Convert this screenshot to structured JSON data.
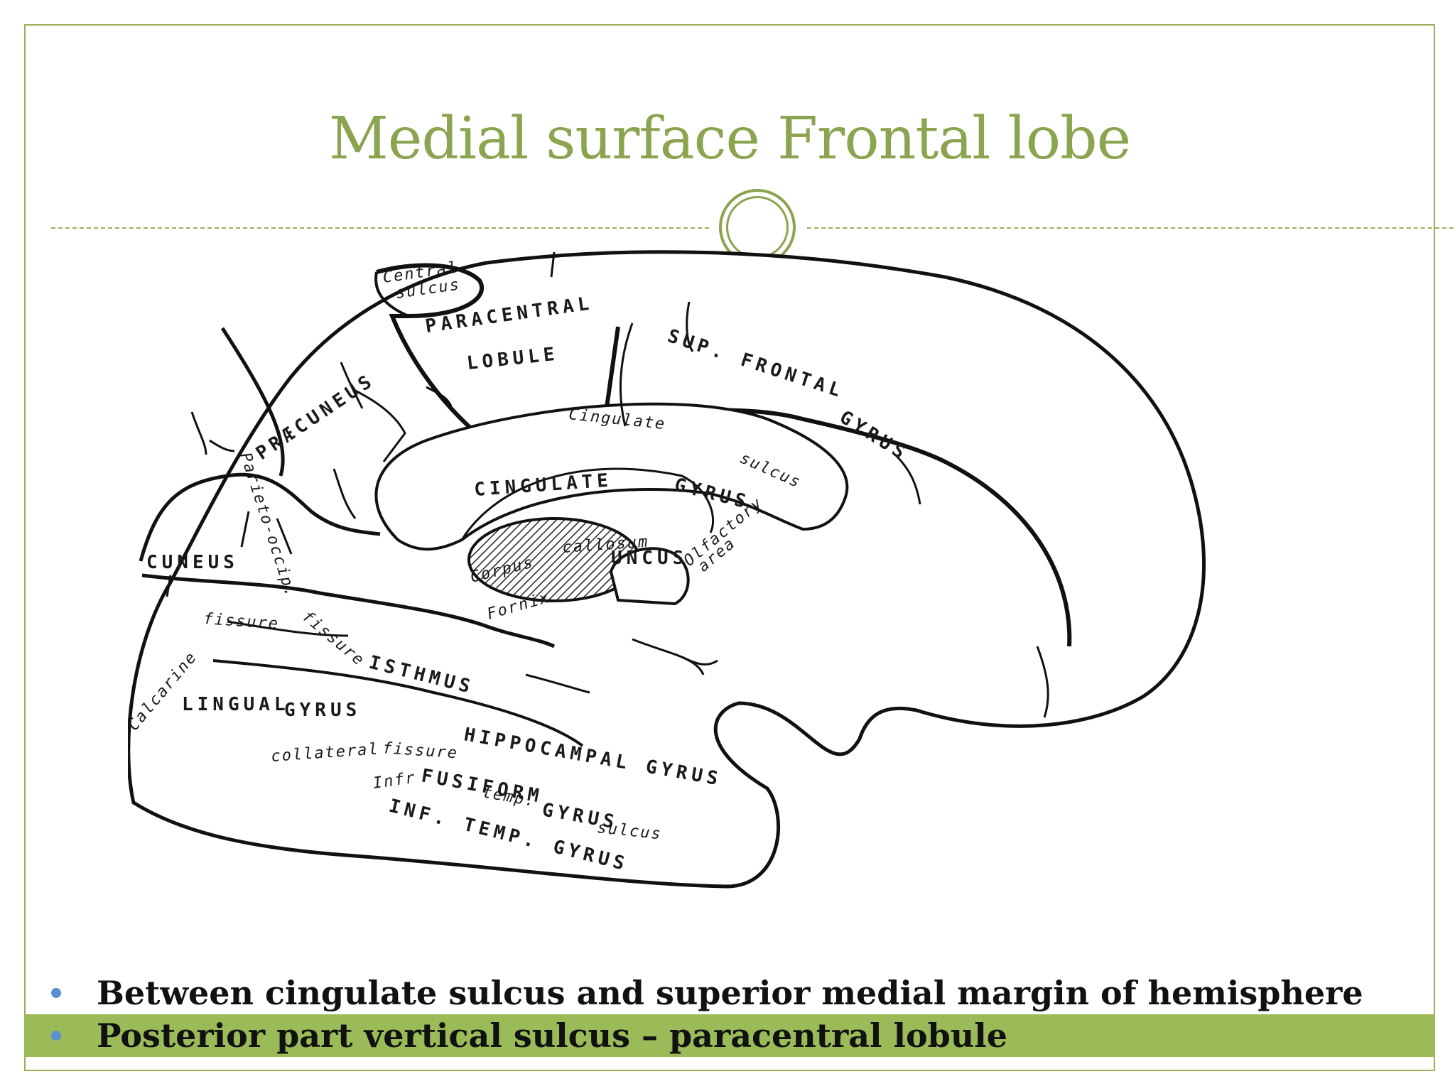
{
  "slide": {
    "title": "Medial surface Frontal lobe",
    "accent_color": "#8ba44f",
    "bar_color": "#9bbb59",
    "bullet_color": "#5b8fcf"
  },
  "diagram": {
    "labels": {
      "central_sulcus_1": "Central",
      "central_sulcus_2": "sulcus",
      "paracentral": "PARACENTRAL",
      "lobule": "LOBULE",
      "sup_frontal": "SUP. FRONTAL",
      "gyrus_frontal": "GYRUS",
      "praecuneus": "PRÆCUNEUS",
      "parieto_occip": "Parieto-occip.",
      "cingulate_sulcus_1": "Cingulate",
      "cingulate_sulcus_2": "sulcus",
      "cingulate_gyrus": "CINGULATE",
      "cingulate_gyrus_2": "GYRUS",
      "corpus": "Corpus",
      "callosum": "callosum",
      "fornix": "Fornix",
      "cuneus": "CUNEUS",
      "fissure_top": "fissure",
      "calcarine": "Calcarine",
      "fissure_po": "fissure",
      "isthmus": "ISTHMUS",
      "lingual": "LINGUAL",
      "gyrus_lingual": "GYRUS",
      "collateral": "collateral",
      "fissure_coll": "fissure",
      "hippocampal": "HIPPOCAMPAL GYRUS",
      "uncus": "UNCUS",
      "olfactory_1": "Olfactory",
      "olfactory_2": "area",
      "infr": "Infr",
      "fusiform": "FUSIFORM",
      "gyrus_fusiform": "GYRUS",
      "temp": "temp.",
      "sulcus_temp": "sulcus",
      "inf_temp": "INF. TEMP. GYRUS"
    }
  },
  "bullets": [
    {
      "text": "Between cingulate sulcus and superior medial margin of hemisphere"
    },
    {
      "text": "Posterior part vertical sulcus – paracentral lobule"
    }
  ]
}
